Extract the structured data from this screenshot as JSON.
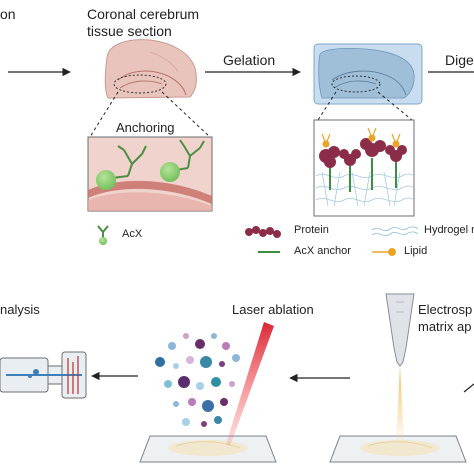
{
  "top_row": {
    "left_cut_label": "on",
    "tissue_label_line1": "Coronal cerebrum",
    "tissue_label_line2": "tissue section",
    "gelation_label": "Gelation",
    "digestion_cut_label": "Dige",
    "anchoring_label": "Anchoring",
    "acx_legend_label": "AcX"
  },
  "legend": {
    "protein_label": "Protein",
    "hydrogel_label": "Hydrogel netw",
    "acx_anchor_label": "AcX anchor",
    "lipid_label": "Lipid"
  },
  "bottom_row": {
    "analysis_cut_label": "nalysis",
    "laser_label": "Laser ablation",
    "electrospray_line1": "Electrosp",
    "electrospray_line2": "matrix ap"
  },
  "colors": {
    "protein": "#8b2d48",
    "anchor_green": "#5aa05a",
    "lipid_orange": "#e8a52a",
    "gel_blue": "#bcd9ec",
    "laser_red": "#e0242f",
    "tissue_pink": "#e7bcb4"
  }
}
